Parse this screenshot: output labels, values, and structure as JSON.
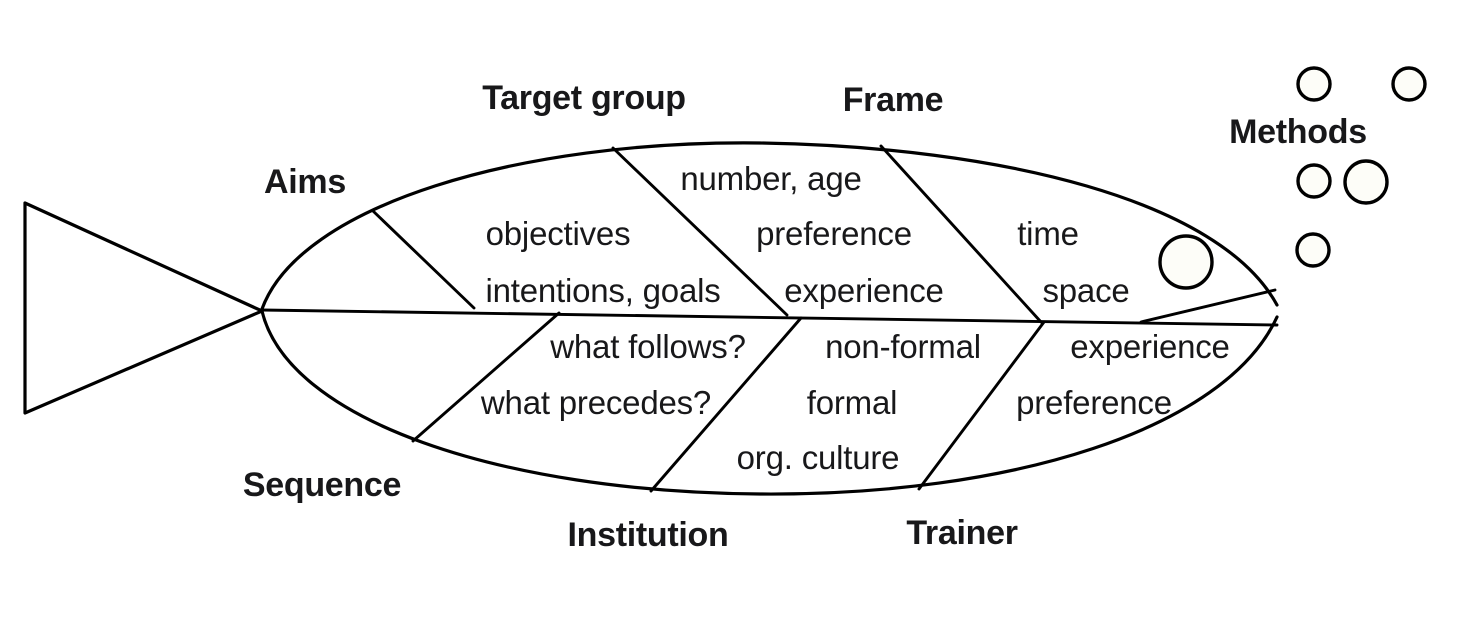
{
  "diagram": {
    "type": "fishbone-ishikawa",
    "title_visible": false,
    "colors": {
      "stroke": "#000000",
      "text": "#18181a",
      "background": "#ffffff",
      "circle_fill": "#fdfdf8"
    },
    "categories": [
      {
        "key": "aims",
        "label": "Aims",
        "position": "upper-left",
        "items": [
          "objectives",
          "intentions, goals"
        ]
      },
      {
        "key": "target-group",
        "label": "Target group",
        "position": "upper-middle",
        "items": [
          "number, age",
          "preference",
          "experience"
        ]
      },
      {
        "key": "frame",
        "label": "Frame",
        "position": "upper-right",
        "items": [
          "time",
          "space"
        ]
      },
      {
        "key": "sequence",
        "label": "Sequence",
        "position": "lower-left",
        "items": [
          "what follows?",
          "what precedes?"
        ]
      },
      {
        "key": "institution",
        "label": "Institution",
        "position": "lower-middle",
        "items": [
          "non-formal",
          "formal",
          "org. culture"
        ]
      },
      {
        "key": "trainer",
        "label": "Trainer",
        "position": "lower-right",
        "items": [
          "experience",
          "preference"
        ]
      },
      {
        "key": "methods",
        "label": "Methods",
        "position": "outside-right",
        "items": []
      }
    ],
    "labels": {
      "aims": "Aims",
      "target_group": "Target group",
      "frame": "Frame",
      "sequence": "Sequence",
      "institution": "Institution",
      "trainer": "Trainer",
      "methods": "Methods"
    },
    "cells": {
      "aims_1": "objectives",
      "aims_2": "intentions, goals",
      "target_1": "number, age",
      "target_2": "preference",
      "target_3": "experience",
      "frame_1": "time",
      "frame_2": "space",
      "sequence_1": "what follows?",
      "sequence_2": "what precedes?",
      "institution_1": "non-formal",
      "institution_2": "formal",
      "institution_3": "org. culture",
      "trainer_1": "experience",
      "trainer_2": "preference"
    },
    "bubbles": {
      "count": 5,
      "note": "method bubbles floating to the right of the fish head"
    }
  }
}
